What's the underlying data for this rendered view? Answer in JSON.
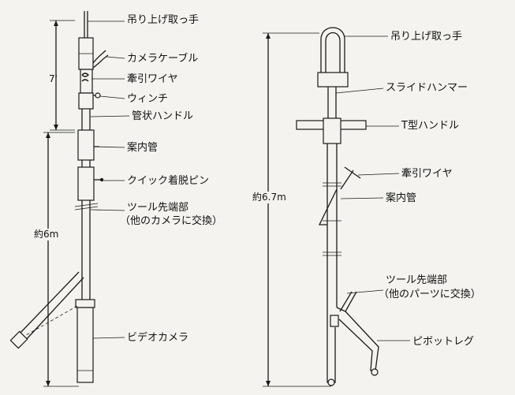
{
  "left_tool": {
    "labels": {
      "lifting_handle": "吊り上げ取っ手",
      "camera_cable": "カメラケーブル",
      "pull_wire": "牽引ワイヤ",
      "winch": "ウィンチ",
      "tubular_handle": "管状ハンドル",
      "guide_tube": "案内管",
      "quick_pin": "クイック着脱ピン",
      "tool_tip": "ツール先端部",
      "tool_tip_note": "（他のカメラに交換）",
      "video_camera": "ビデオカメラ"
    },
    "dims": {
      "upper": "7'",
      "total": "約6m"
    }
  },
  "right_tool": {
    "labels": {
      "lifting_handle": "吊り上げ取っ手",
      "slide_hammer": "スライドハンマー",
      "t_handle": "T型ハンドル",
      "pull_wire": "牽引ワイヤ",
      "guide_tube": "案内管",
      "tool_tip": "ツール先端部",
      "tool_tip_note": "（他のパーツに交換）",
      "pivot_leg": "ピボットレグ"
    },
    "dims": {
      "total": "約6.7m"
    }
  }
}
